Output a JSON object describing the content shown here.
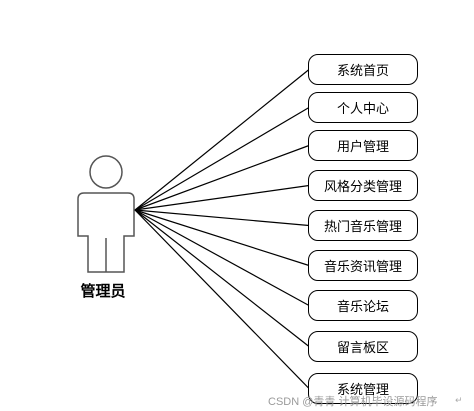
{
  "actor": {
    "name": "管理员"
  },
  "use_cases": [
    {
      "label": "系统首页"
    },
    {
      "label": "个人中心"
    },
    {
      "label": "用户管理"
    },
    {
      "label": "风格分类管理"
    },
    {
      "label": "热门音乐管理"
    },
    {
      "label": "音乐资讯管理"
    },
    {
      "label": "音乐论坛"
    },
    {
      "label": "留言板区"
    },
    {
      "label": "系统管理"
    }
  ],
  "watermark": "CSDN @青青  计算机毕设源码程序",
  "corner_mark": "↵"
}
